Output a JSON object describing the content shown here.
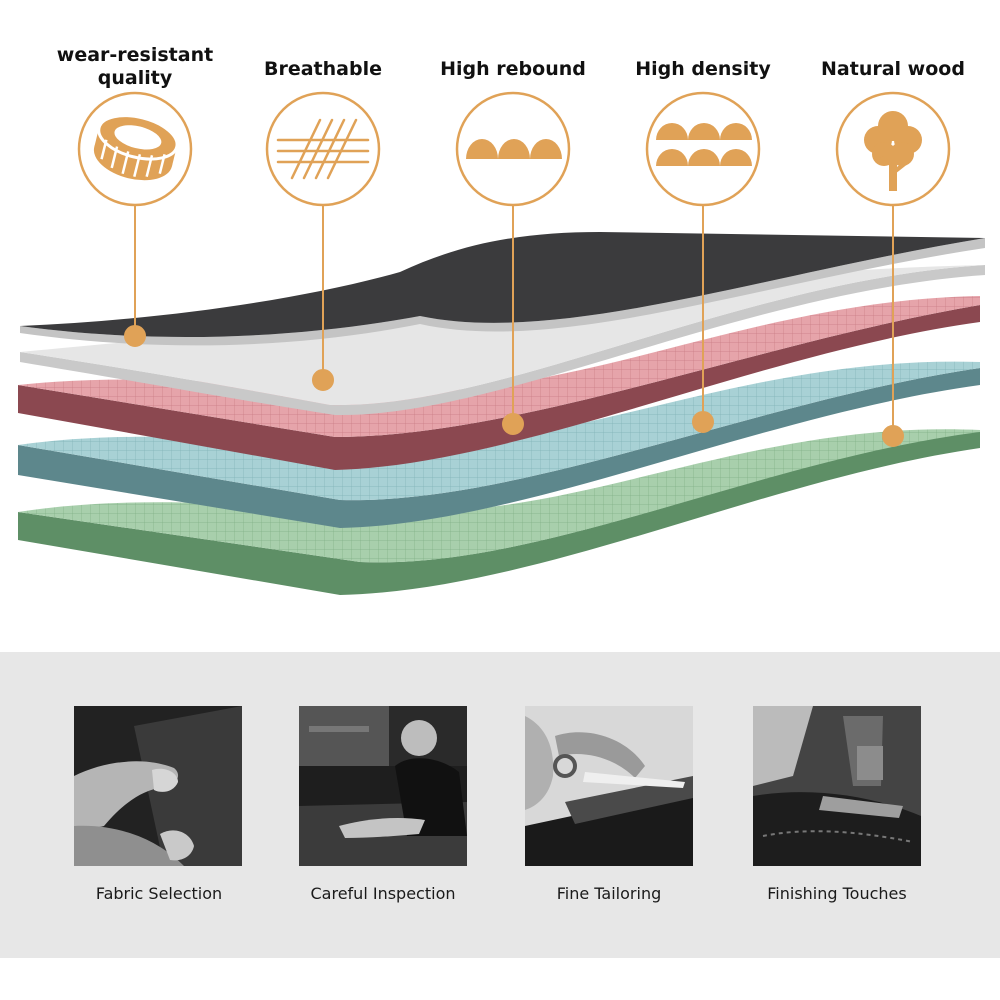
{
  "colors": {
    "accent": "#e0a257",
    "black_layer": "#3b3b3d",
    "white_layer": "#e6e6e6",
    "pink_layer": "#e6a4aa",
    "blue_layer": "#a8d1d5",
    "green_layer": "#a8cfac"
  },
  "features": [
    {
      "label": "wear-resistant quality",
      "icon": "wear-ring-icon"
    },
    {
      "label": "Breathable",
      "icon": "breathable-lines-icon"
    },
    {
      "label": "High rebound",
      "icon": "rebound-bumps-icon"
    },
    {
      "label": "High density",
      "icon": "density-bumps-icon"
    },
    {
      "label": "Natural wood",
      "icon": "tree-icon"
    }
  ],
  "layers": [
    "black-cover",
    "white-membrane",
    "pink-foam",
    "blue-foam",
    "green-foam"
  ],
  "process": {
    "steps": [
      {
        "label": "Fabric Selection",
        "image": "hands-holding-leather"
      },
      {
        "label": "Careful Inspection",
        "image": "craftsman-inspecting-leather"
      },
      {
        "label": "Fine Tailoring",
        "image": "scissors-cutting-leather"
      },
      {
        "label": "Finishing Touches",
        "image": "sewing-machine-stitching"
      }
    ]
  }
}
